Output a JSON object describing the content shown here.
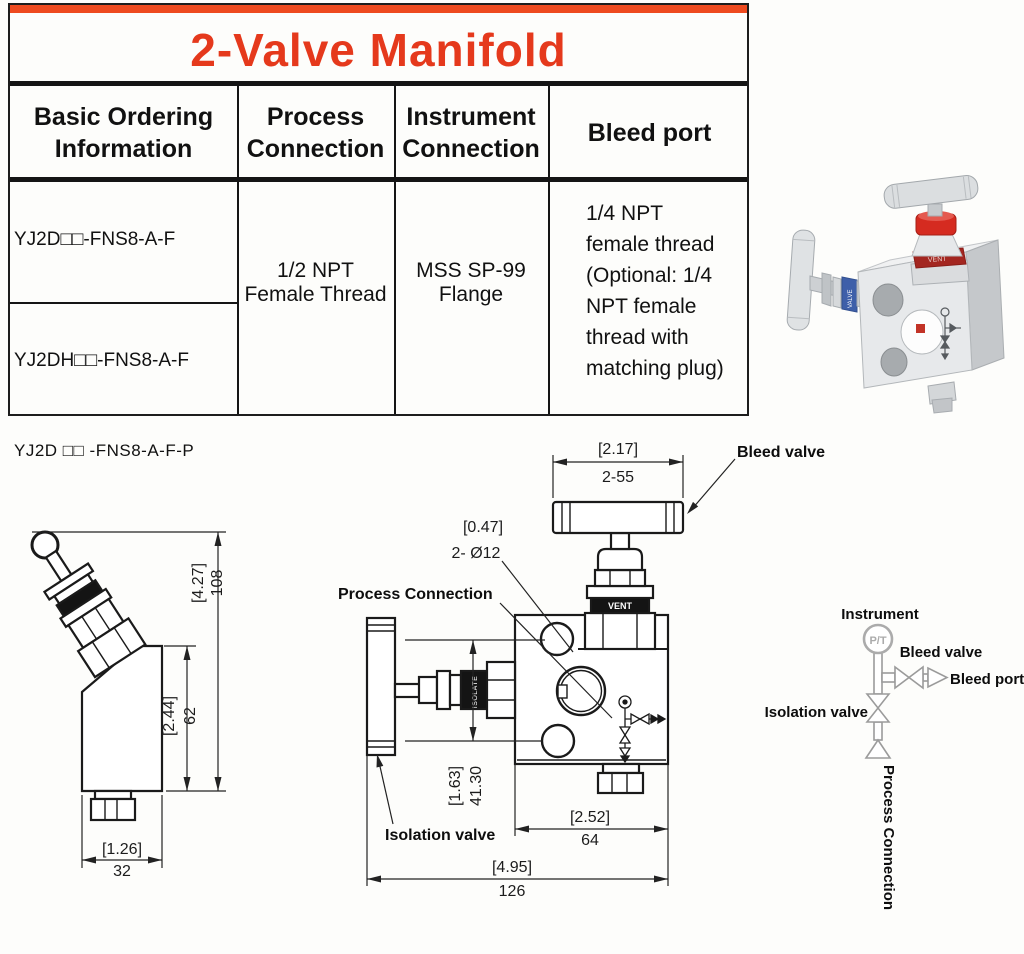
{
  "colors": {
    "accent": "#EE4A1F",
    "title": "#E5391C",
    "line": "#1a1a1a",
    "schematic": "#9b9b9b",
    "red_cap": "#d52b20",
    "dark_red_band": "#a32620",
    "blue_band": "#3e5fa9"
  },
  "header": {
    "title": "2-Valve Manifold"
  },
  "table": {
    "headers": [
      [
        "Basic Ordering",
        "Information"
      ],
      [
        "Process",
        "Connection"
      ],
      [
        "Instrument",
        "Connection"
      ],
      [
        "Bleed port"
      ]
    ],
    "rows": [
      "YJ2D□□-FNS8-A-F",
      "YJ2DH□□-FNS8-A-F"
    ],
    "process_connection": [
      "1/2 NPT",
      "Female Thread"
    ],
    "instrument_connection": [
      "MSS SP-99",
      "Flange"
    ],
    "bleed_port": [
      "1/4 NPT",
      "female thread",
      "(Optional: 1/4",
      "NPT female",
      "thread with",
      "matching plug)"
    ]
  },
  "part_number": "YJ2D □□ -FNS8-A-F-P",
  "drawings": {
    "left_view": {
      "overall_height_in": "[4.27]",
      "overall_height_mm": "108",
      "body_height_in": "[2.44]",
      "body_height_mm": "62",
      "width_in": "[1.26]",
      "width_mm": "32"
    },
    "front_view": {
      "handle_in": "[2.17]",
      "handle_mm": "2-55",
      "holes_in": "[0.47]",
      "holes_mm": "2- Ø12",
      "hole_spacing_in": "[1.63]",
      "hole_spacing_mm": "41.30",
      "body_width_in": "[2.52]",
      "body_width_mm": "64",
      "overall_width_in": "[4.95]",
      "overall_width_mm": "126",
      "label_bleed_valve": "Bleed valve",
      "label_process_connection": "Process Connection",
      "label_isolation_valve": "Isolation valve",
      "band_vent": "VENT",
      "band_isolate": "ISOLATE"
    },
    "schematic": {
      "instrument": "Instrument",
      "pt": "P/T",
      "bleed_valve": "Bleed valve",
      "bleed_port": "Bleed port",
      "isolation_valve": "Isolation valve",
      "process_connection": "Process Connection"
    },
    "render": {
      "band_vent": "VENT",
      "band_valve": "VALVE"
    }
  }
}
